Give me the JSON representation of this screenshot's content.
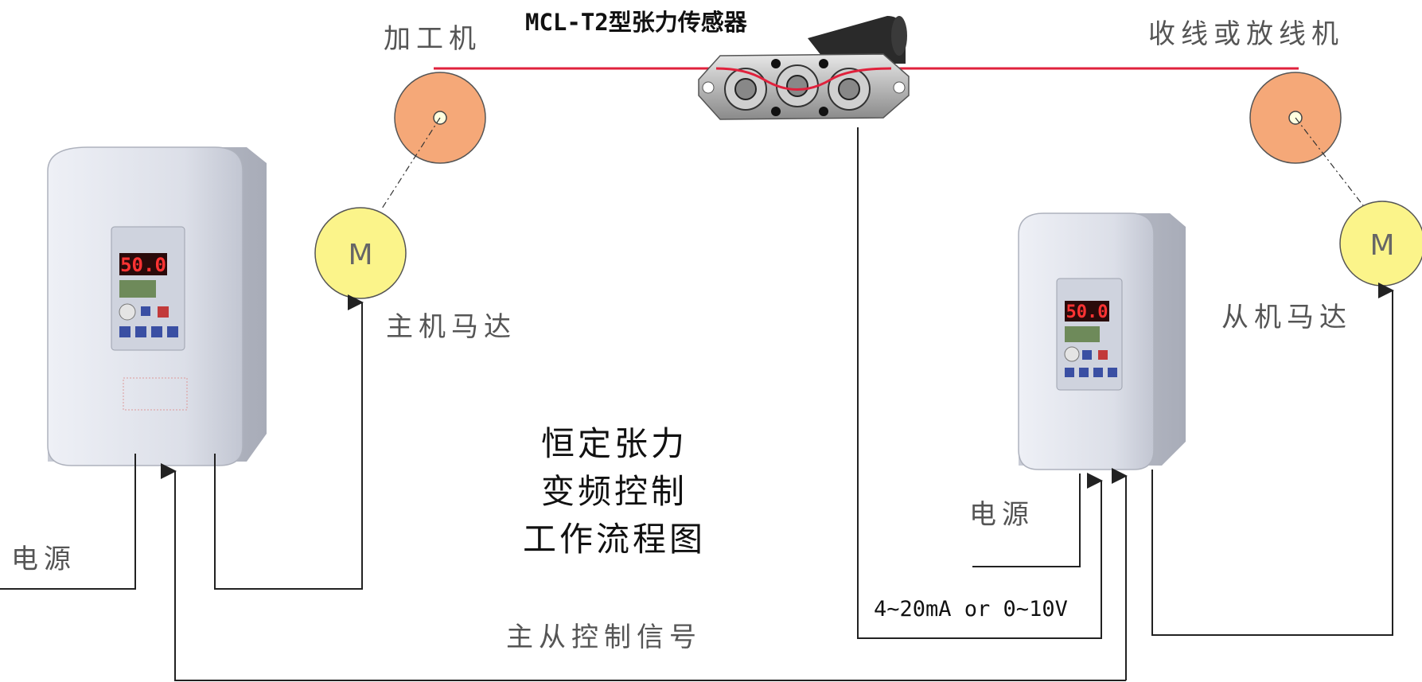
{
  "labels": {
    "sensor": "MCL-T2型张力传感器",
    "processor": "加工机",
    "winder": "收线或放线机",
    "main_motor": "主机马达",
    "slave_motor": "从机马达",
    "power_left": "电源",
    "power_right": "电源",
    "center_title": [
      "恒定张力",
      "变频控制",
      "工作流程图"
    ],
    "signal": "4~20mA or 0~10V",
    "master_slave_signal": "主从控制信号"
  },
  "motor_glyph": "M",
  "inverter_display": "50.0",
  "colors": {
    "strand": "#e0213c",
    "roller": "#f5a878",
    "motor": "#fbf48a",
    "line": "#222222",
    "label_gray": "#555555"
  }
}
